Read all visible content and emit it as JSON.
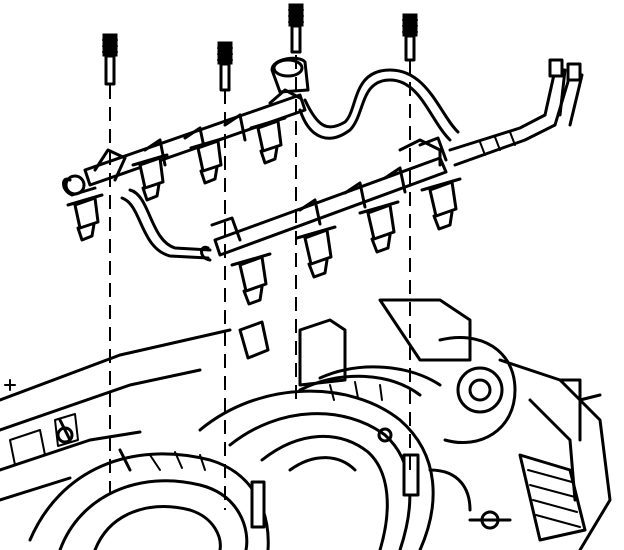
{
  "figure": {
    "colors": {
      "ink": "#000000",
      "paper": "#ffffff"
    },
    "parts": {
      "studs": 4,
      "fuel_injectors_left_bank": 4,
      "fuel_injectors_right_bank": 4
    }
  }
}
